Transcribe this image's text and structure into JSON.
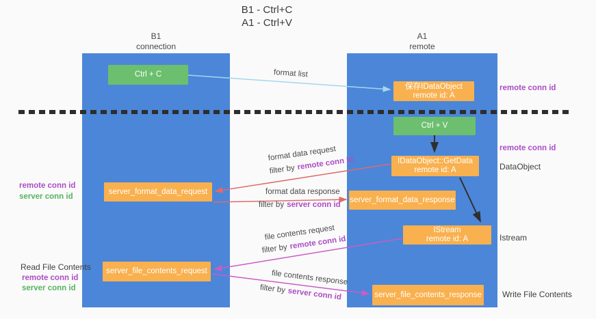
{
  "title": {
    "line1": "B1 - Ctrl+C",
    "line2": "A1 - Ctrl+V"
  },
  "columns": {
    "left": {
      "name": "B1",
      "role": "connection"
    },
    "right": {
      "name": "A1",
      "role": "remote"
    }
  },
  "nodes": {
    "ctrl_c": {
      "label": "Ctrl + C"
    },
    "save_idataobject": {
      "line1": "保存IDataObject",
      "line2": "remote id: A"
    },
    "ctrl_v": {
      "label": "Ctrl + V"
    },
    "getdata": {
      "line1": "IDataObject::GetData",
      "line2": "remote id: A"
    },
    "server_format_data_request": {
      "label": "server_format_data_request"
    },
    "server_format_data_response": {
      "label": "server_format_data_response"
    },
    "istream": {
      "line1": "IStream",
      "line2": "remote id: A"
    },
    "server_file_contents_request": {
      "label": "server_file_contents_request"
    },
    "server_file_contents_response": {
      "label": "server_file_contents_response"
    }
  },
  "edge_labels": {
    "format_list": "format list",
    "format_data_request": "format data request",
    "format_data_response": "format data response",
    "file_contents_request": "file contents request",
    "file_contents_response": "file contents response",
    "filter_by": "filter by",
    "remote_conn_id": "remote conn id",
    "server_conn_id": "server conn id"
  },
  "side_labels": {
    "remote_conn_id": "remote conn id",
    "server_conn_id": "server conn id",
    "dataobject": "DataObject",
    "istream": "Istream",
    "read_file_contents": "Read File Contents",
    "write_file_contents": "Write File Contents"
  },
  "colors": {
    "column_blue": "#4c86d8",
    "box_green": "#6cbf6e",
    "box_orange": "#f9b04e",
    "arrow_lightblue": "#a5d5f0",
    "arrow_red": "#e16a6a",
    "arrow_magenta": "#cb5bc8",
    "arrow_black": "#2f2f2f",
    "label_purple": "#ab4ec4",
    "label_green": "#55b45f"
  }
}
